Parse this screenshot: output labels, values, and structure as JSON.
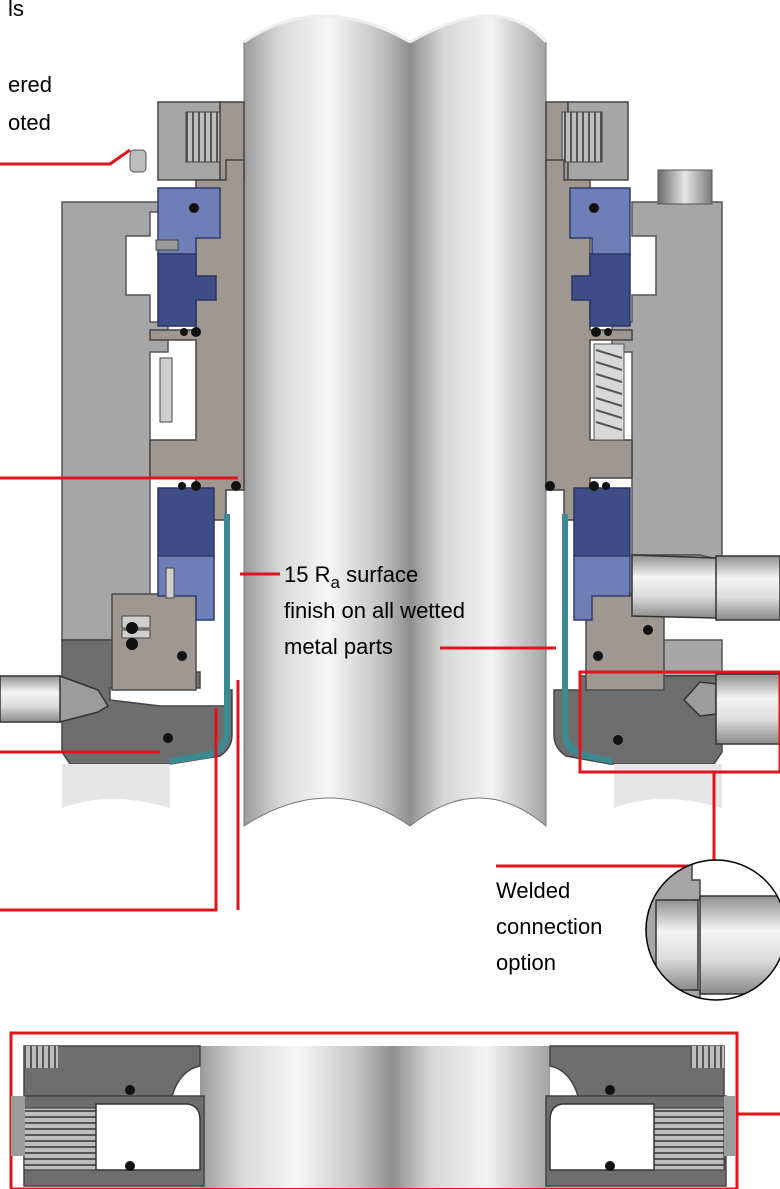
{
  "labels": {
    "top_fragment_1": "ls",
    "top_fragment_2": "ered",
    "top_fragment_3": "oted",
    "surface_finish_line1_prefix": "15 R",
    "surface_finish_line1_subscript": "a",
    "surface_finish_line1_suffix": " surface",
    "surface_finish_line2": "finish on all wetted",
    "surface_finish_line3": "metal parts",
    "welded_line1": "Welded",
    "welded_line2": "connection",
    "welded_line3": "option"
  },
  "colors": {
    "callout_line": "#e3131b",
    "housing_gray": "#a6a6a6",
    "dark_gray": "#6e6e6e",
    "taupe": "#a09890",
    "blue": "#6d7fb6",
    "navy": "#3e4d86",
    "teal_sleeve": "#3b8a92"
  }
}
